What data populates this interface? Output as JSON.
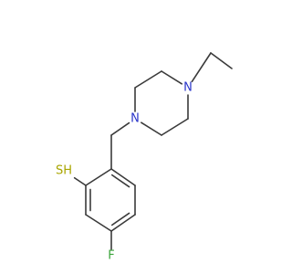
{
  "molecule": {
    "atoms": [
      {
        "id": "a_et2",
        "label": ""
      },
      {
        "id": "a_et1",
        "label": ""
      },
      {
        "id": "a_n1",
        "label": "N",
        "color": "#2a35c9"
      },
      {
        "id": "a_p1",
        "label": ""
      },
      {
        "id": "a_p2",
        "label": ""
      },
      {
        "id": "a_n2",
        "label": "N",
        "color": "#2a35c9"
      },
      {
        "id": "a_p3",
        "label": ""
      },
      {
        "id": "a_p4",
        "label": ""
      },
      {
        "id": "a_ch2",
        "label": ""
      },
      {
        "id": "a_r1",
        "label": ""
      },
      {
        "id": "a_r2",
        "label": ""
      },
      {
        "id": "a_r3",
        "label": ""
      },
      {
        "id": "a_r4",
        "label": ""
      },
      {
        "id": "a_r5",
        "label": ""
      },
      {
        "id": "a_r6",
        "label": ""
      },
      {
        "id": "a_s",
        "label": "SH",
        "color": "#a9a500"
      },
      {
        "id": "a_f",
        "label": "F",
        "color": "#3aa43a"
      }
    ],
    "bonds": [
      [
        "a_et2",
        "a_et1",
        1
      ],
      [
        "a_et1",
        "a_n1",
        1
      ],
      [
        "a_n1",
        "a_p1",
        1
      ],
      [
        "a_p1",
        "a_p2",
        1
      ],
      [
        "a_p2",
        "a_n2",
        1
      ],
      [
        "a_n2",
        "a_p3",
        1
      ],
      [
        "a_p3",
        "a_p4",
        1
      ],
      [
        "a_p4",
        "a_n1",
        1
      ],
      [
        "a_n2",
        "a_ch2",
        1
      ],
      [
        "a_ch2",
        "a_r1",
        1
      ],
      [
        "a_r1",
        "a_r2",
        2
      ],
      [
        "a_r2",
        "a_r3",
        1
      ],
      [
        "a_r3",
        "a_r4",
        2
      ],
      [
        "a_r4",
        "a_r5",
        1
      ],
      [
        "a_r5",
        "a_r6",
        2
      ],
      [
        "a_r6",
        "a_r1",
        1
      ],
      [
        "a_r6",
        "a_s",
        1
      ],
      [
        "a_r4",
        "a_f",
        1
      ]
    ]
  }
}
